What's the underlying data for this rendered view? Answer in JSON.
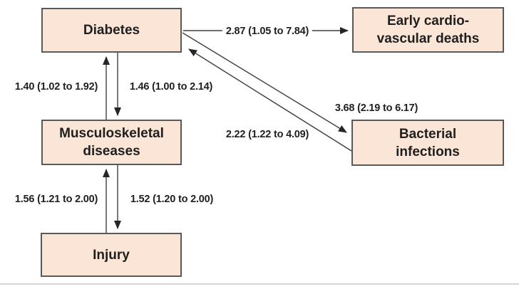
{
  "figure": {
    "type": "directed-graph",
    "nodes": {
      "diabetes": {
        "line1": "Diabetes",
        "line2": ""
      },
      "early_cv_deaths": {
        "line1": "Early cardio-",
        "line2": "vascular deaths"
      },
      "musculoskeletal": {
        "line1": "Musculoskeletal",
        "line2": "diseases"
      },
      "bacterial": {
        "line1": "Bacterial",
        "line2": "infections"
      },
      "injury": {
        "line1": "Injury",
        "line2": ""
      }
    },
    "edges": [
      {
        "from": "Musculoskeletal diseases",
        "to": "Diabetes",
        "label": "1.40 (1.02 to 1.92)"
      },
      {
        "from": "Diabetes",
        "to": "Musculoskeletal diseases",
        "label": "1.46 (1.00 to 2.14)"
      },
      {
        "from": "Injury",
        "to": "Musculoskeletal diseases",
        "label": "1.56 (1.21 to 2.00)"
      },
      {
        "from": "Musculoskeletal diseases",
        "to": "Injury",
        "label": "1.52 (1.20 to 2.00)"
      },
      {
        "from": "Diabetes",
        "to": "Early cardio-vascular deaths",
        "label": "2.87 (1.05 to 7.84)"
      },
      {
        "from": "Diabetes",
        "to": "Bacterial infections",
        "label": "3.68 (2.19 to 6.17)"
      },
      {
        "from": "Bacterial infections",
        "to": "Diabetes",
        "label": "2.22 (1.22 to 4.09)"
      }
    ],
    "colors": {
      "node_fill": "#fbe5d6",
      "node_border": "#595959",
      "arrow": "#3f3f3f",
      "text": "#1f1f1f",
      "bottom_rule": "#d6d6d6"
    }
  }
}
